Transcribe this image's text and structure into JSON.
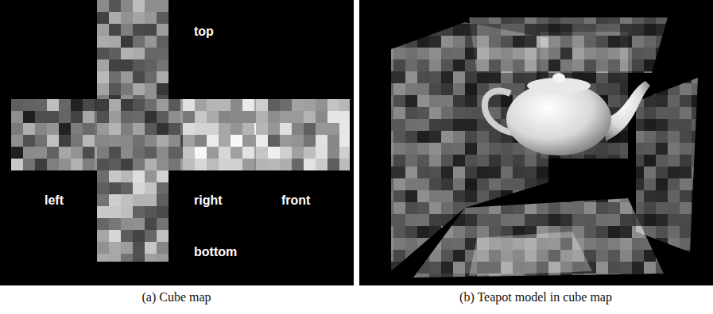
{
  "diagram": {
    "labels": [
      "top",
      "left",
      "right",
      "front",
      "bottom",
      "(a) Cube map",
      "(b) Teapot model in cube map"
    ]
  }
}
